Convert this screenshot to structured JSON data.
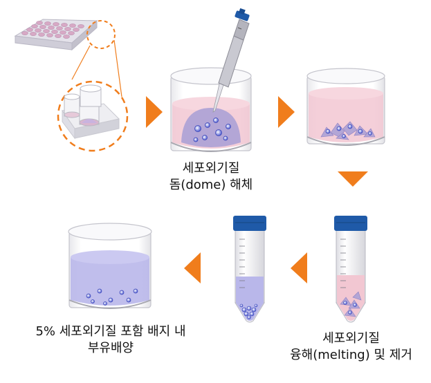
{
  "steps": [
    {
      "caption_line1": "세포외기질",
      "caption_line2": "돔(dome) 해체"
    },
    {
      "caption_line1": "세포외기질",
      "caption_line2": "융해(melting) 및 제거"
    },
    {
      "caption_line1": "5% 세포외기질 포함 배지 내",
      "caption_line2": "부유배양"
    }
  ],
  "colors": {
    "arrow": "#f07d1c",
    "medium_pink": "#f2c7d2",
    "dome_purple": "#b3a6d6",
    "suspension_blue": "#b9b7ea",
    "cap_blue": "#1f5aa8"
  }
}
